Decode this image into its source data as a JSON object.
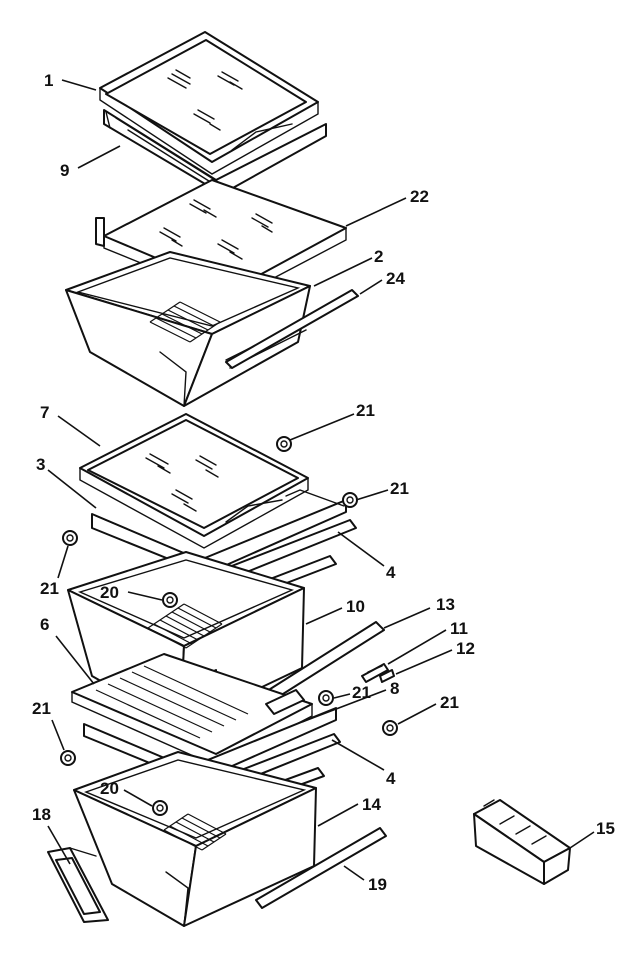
{
  "header": {
    "left_fragment": "",
    "right_fragment": ""
  },
  "callouts": [
    {
      "id": "c1",
      "label": "1"
    },
    {
      "id": "c9",
      "label": "9"
    },
    {
      "id": "c22",
      "label": "22"
    },
    {
      "id": "c2",
      "label": "2"
    },
    {
      "id": "c24",
      "label": "24"
    },
    {
      "id": "c7",
      "label": "7"
    },
    {
      "id": "c21a",
      "label": "21"
    },
    {
      "id": "c3",
      "label": "3"
    },
    {
      "id": "c21b",
      "label": "21"
    },
    {
      "id": "c21c",
      "label": "21"
    },
    {
      "id": "c4a",
      "label": "4"
    },
    {
      "id": "c20a",
      "label": "20"
    },
    {
      "id": "c10",
      "label": "10"
    },
    {
      "id": "c13",
      "label": "13"
    },
    {
      "id": "c11",
      "label": "11"
    },
    {
      "id": "c6",
      "label": "6"
    },
    {
      "id": "c12",
      "label": "12"
    },
    {
      "id": "c21d",
      "label": "21"
    },
    {
      "id": "c8",
      "label": "8"
    },
    {
      "id": "c21e",
      "label": "21"
    },
    {
      "id": "c21f",
      "label": "21"
    },
    {
      "id": "c4b",
      "label": "4"
    },
    {
      "id": "c20b",
      "label": "20"
    },
    {
      "id": "c18",
      "label": "18"
    },
    {
      "id": "c14",
      "label": "14"
    },
    {
      "id": "c15",
      "label": "15"
    },
    {
      "id": "c19",
      "label": "19"
    }
  ]
}
